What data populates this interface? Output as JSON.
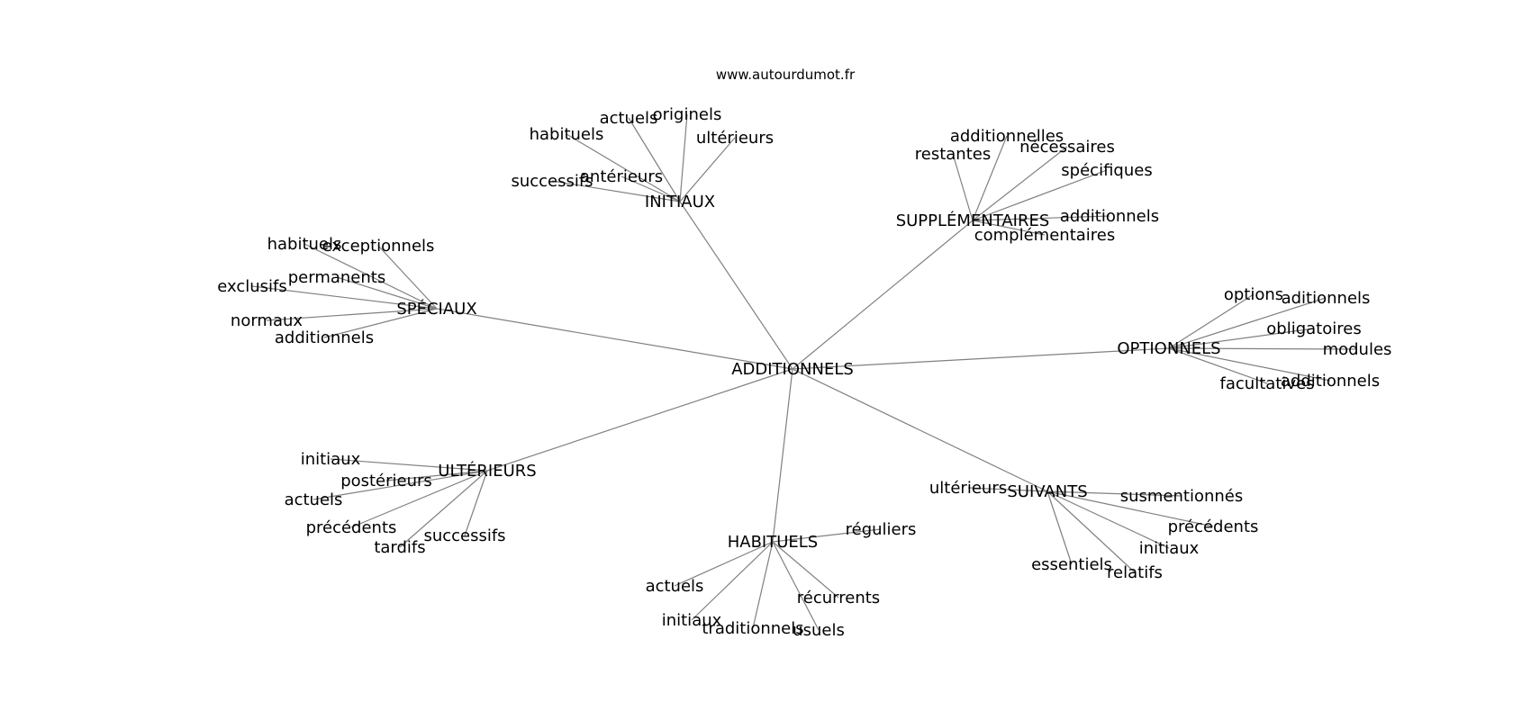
{
  "source": "www.autourdumot.fr",
  "root": "ADDITIONNELS",
  "hubs": [
    {
      "label": "INITIAUX",
      "children": [
        "actuels",
        "originels",
        "habituels",
        "ultérieurs",
        "antérieurs",
        "successifs"
      ]
    },
    {
      "label": "SUPPLÉMENTAIRES",
      "children": [
        "additionnelles",
        "nécessaires",
        "restantes",
        "spécifiques",
        "additionnels",
        "complémentaires"
      ]
    },
    {
      "label": "SPÉCIAUX",
      "children": [
        "habituels",
        "exceptionnels",
        "permanents",
        "exclusifs",
        "normaux",
        "additionnels"
      ]
    },
    {
      "label": "OPTIONNELS",
      "children": [
        "options",
        "aditionnels",
        "obligatoires",
        "modules",
        "facultatives",
        "additionnels"
      ]
    },
    {
      "label": "ULTÉRIEURS",
      "children": [
        "initiaux",
        "postérieurs",
        "actuels",
        "précédents",
        "successifs",
        "tardifs"
      ]
    },
    {
      "label": "HABITUELS",
      "children": [
        "réguliers",
        "actuels",
        "récurrents",
        "initiaux",
        "traditionnels",
        "usuels"
      ]
    },
    {
      "label": "SUIVANTS",
      "children": [
        "ultérieurs",
        "susmentionnés",
        "précédents",
        "initiaux",
        "essentiels",
        "relatifs"
      ]
    }
  ]
}
